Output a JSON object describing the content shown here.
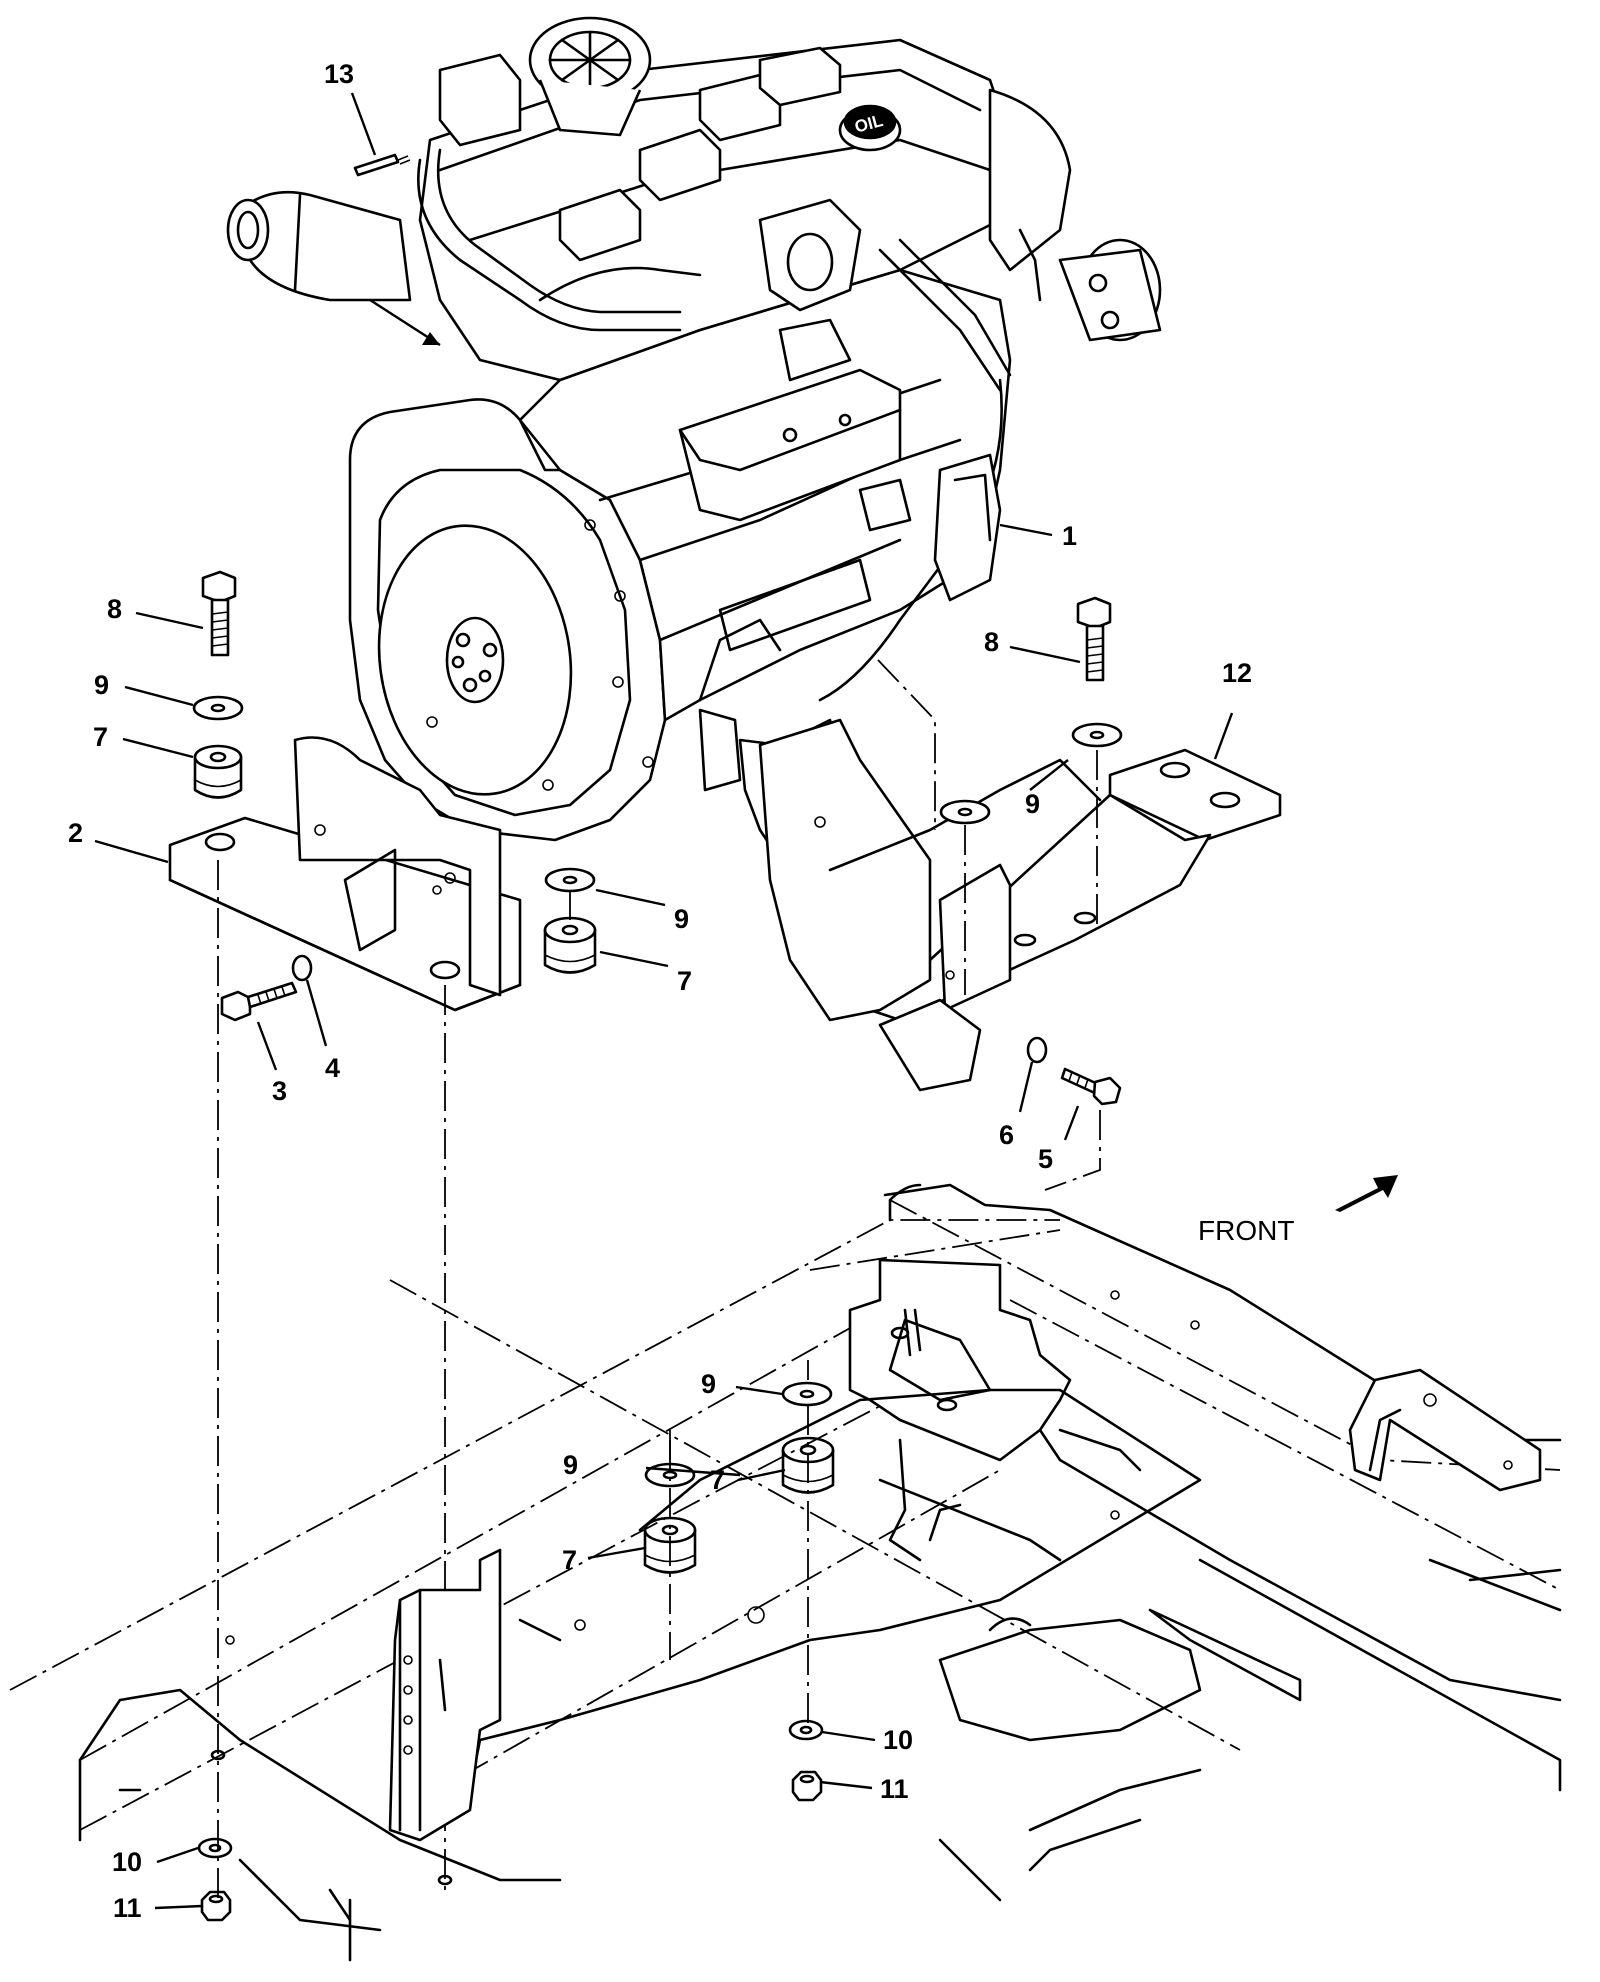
{
  "direction_label": "FRONT",
  "cap_text": "OIL",
  "callouts": {
    "c1": "1",
    "c2": "2",
    "c3": "3",
    "c4": "4",
    "c5": "5",
    "c6": "6",
    "c7a": "7",
    "c7b": "7",
    "c7c": "7",
    "c7d": "7",
    "c8a": "8",
    "c8b": "8",
    "c9a": "9",
    "c9b": "9",
    "c9c": "9",
    "c9d": "9",
    "c9e": "9",
    "c10a": "10",
    "c10b": "10",
    "c11a": "11",
    "c11b": "11",
    "c12": "12",
    "c13": "13"
  },
  "parts": [
    {
      "number": "1",
      "name": "engine assembly"
    },
    {
      "number": "2",
      "name": "left engine mount bracket"
    },
    {
      "number": "3",
      "name": "bolt"
    },
    {
      "number": "4",
      "name": "washer"
    },
    {
      "number": "5",
      "name": "bolt"
    },
    {
      "number": "6",
      "name": "washer"
    },
    {
      "number": "7",
      "name": "rubber mount"
    },
    {
      "number": "8",
      "name": "long bolt"
    },
    {
      "number": "9",
      "name": "flat washer"
    },
    {
      "number": "10",
      "name": "washer"
    },
    {
      "number": "11",
      "name": "nut"
    },
    {
      "number": "12",
      "name": "right engine mount bracket"
    },
    {
      "number": "13",
      "name": "stud"
    }
  ],
  "colors": {
    "line": "#000000",
    "background": "#ffffff"
  },
  "icons": {
    "direction": "front-arrow-icon"
  }
}
